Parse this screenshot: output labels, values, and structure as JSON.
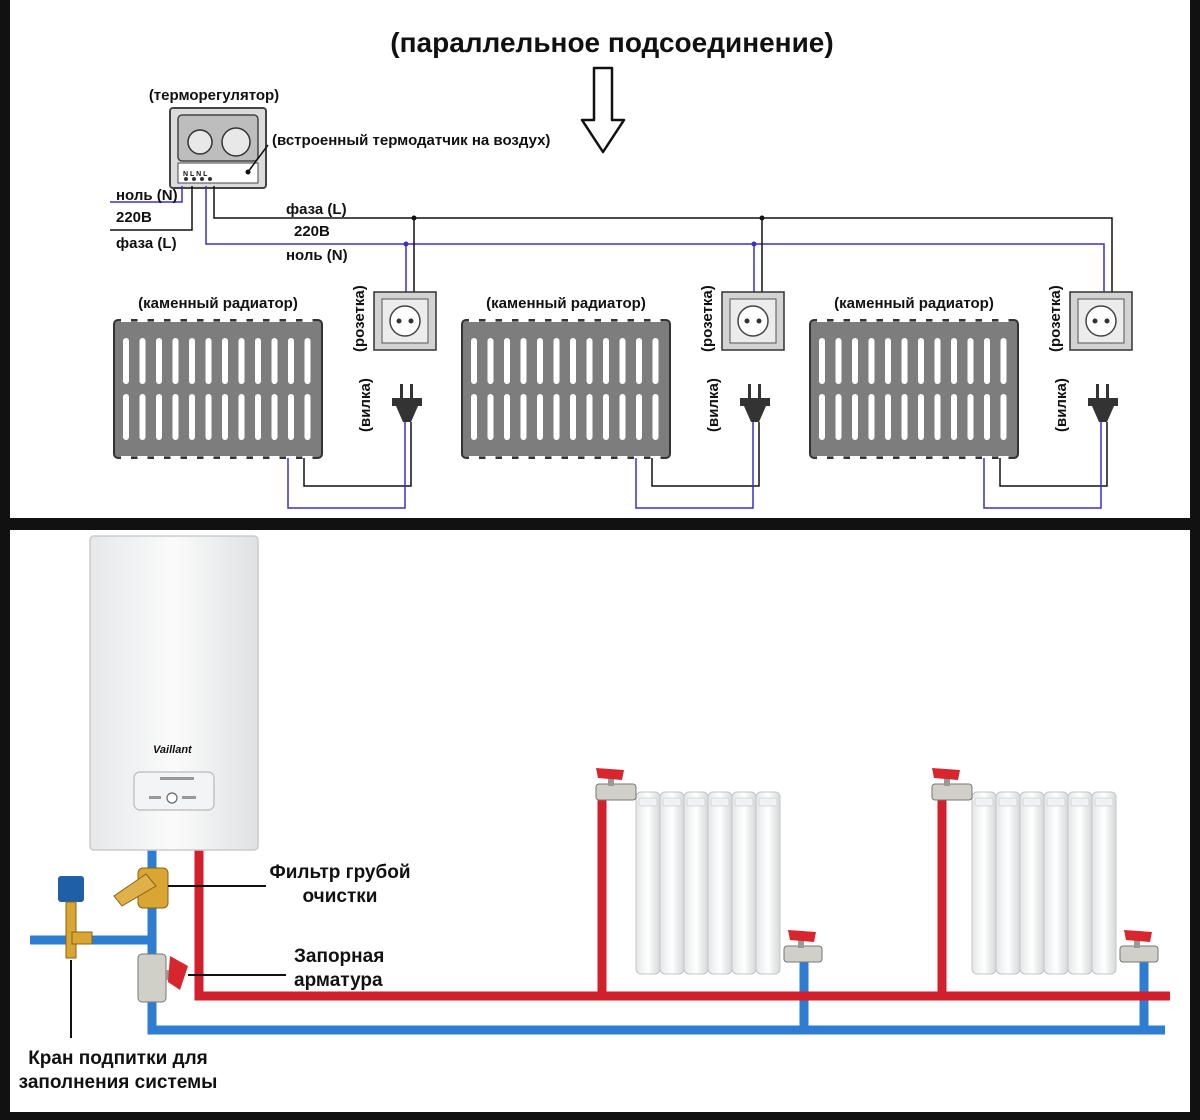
{
  "top": {
    "title": "(параллельное подсоединение)",
    "thermostat_label": "(терморегулятор)",
    "sensor_label": "(встроенный термодатчик на воздух)",
    "left_neutral": "ноль (N)",
    "left_voltage": "220В",
    "left_phase": "фаза (L)",
    "bus_phase": "фаза (L)",
    "bus_voltage": "220В",
    "bus_neutral": "ноль (N)",
    "radiator_label": "(каменный радиатор)",
    "socket_label": "(розетка)",
    "plug_label": "(вилка)",
    "terminal_marks": "N L N L",
    "colors": {
      "neutral_wire": "#3a2fd1",
      "phase_wire": "#111111",
      "radiator": "#7d7d7d"
    }
  },
  "bottom": {
    "boiler_brand": "Vaillant",
    "filter_label_line1": "Фильтр грубой",
    "filter_label_line2": "очистки",
    "valve_label_line1": "Запорная",
    "valve_label_line2": "арматура",
    "makeup_label_line1": "Кран подпитки для",
    "makeup_label_line2": "заполнения системы",
    "colors": {
      "supply_pipe": "#d21f2c",
      "return_pipe": "#2f7dd2",
      "valve_handle": "#d8262e",
      "brass": "#d9a634"
    }
  }
}
